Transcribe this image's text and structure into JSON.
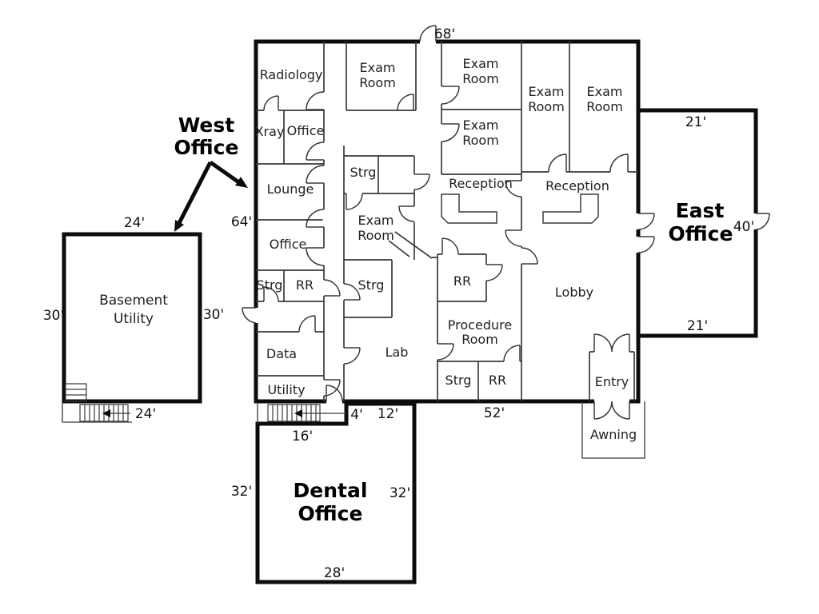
{
  "colors": {
    "wall": "#0c0c0c",
    "interior_wall": "#3a3a3a",
    "text": "#222222",
    "background": "#ffffff"
  },
  "west_office": {
    "name_l1": "West",
    "name_l2": "Office",
    "dims": {
      "top": "68'",
      "left": "64'",
      "bottom": "52'"
    },
    "rooms": {
      "radiology": "Radiology",
      "xray": "Xray",
      "office_upper": "Office",
      "lounge": "Lounge",
      "office_lower": "Office",
      "strg_left": "Strg",
      "rr_left": "RR",
      "data": "Data",
      "utility": "Utility",
      "exam_top_l1": "Exam",
      "exam_top_l2": "Room",
      "strg_mid": "Strg",
      "exam_mid_l1": "Exam",
      "exam_mid_l2": "Room",
      "strg_center": "Strg",
      "lab": "Lab",
      "exam_b1_l1": "Exam",
      "exam_b1_l2": "Room",
      "exam_b2_l1": "Exam",
      "exam_b2_l2": "Room",
      "exam_c1_l1": "Exam",
      "exam_c1_l2": "Room",
      "exam_c2_l1": "Exam",
      "exam_c2_l2": "Room",
      "reception_left": "Reception",
      "reception_right": "Reception",
      "rr_center": "RR",
      "procedure_l1": "Procedure",
      "procedure_l2": "Room",
      "strg_bottom": "Strg",
      "rr_bottom": "RR",
      "lobby": "Lobby",
      "entry": "Entry",
      "awning": "Awning"
    }
  },
  "east_office": {
    "name_l1": "East",
    "name_l2": "Office",
    "dims": {
      "top": "21'",
      "right": "40'",
      "bottom": "21'"
    }
  },
  "basement_utility": {
    "name_l1": "Basement",
    "name_l2": "Utility",
    "dims": {
      "top": "24'",
      "left": "30'",
      "right": "30'",
      "stairs": "24'"
    }
  },
  "dental_office": {
    "name_l1": "Dental",
    "name_l2": "Office",
    "dims": {
      "top": "16'",
      "step_a": "4'",
      "step_b": "12'",
      "left": "32'",
      "right": "32'",
      "bottom": "28'"
    }
  }
}
